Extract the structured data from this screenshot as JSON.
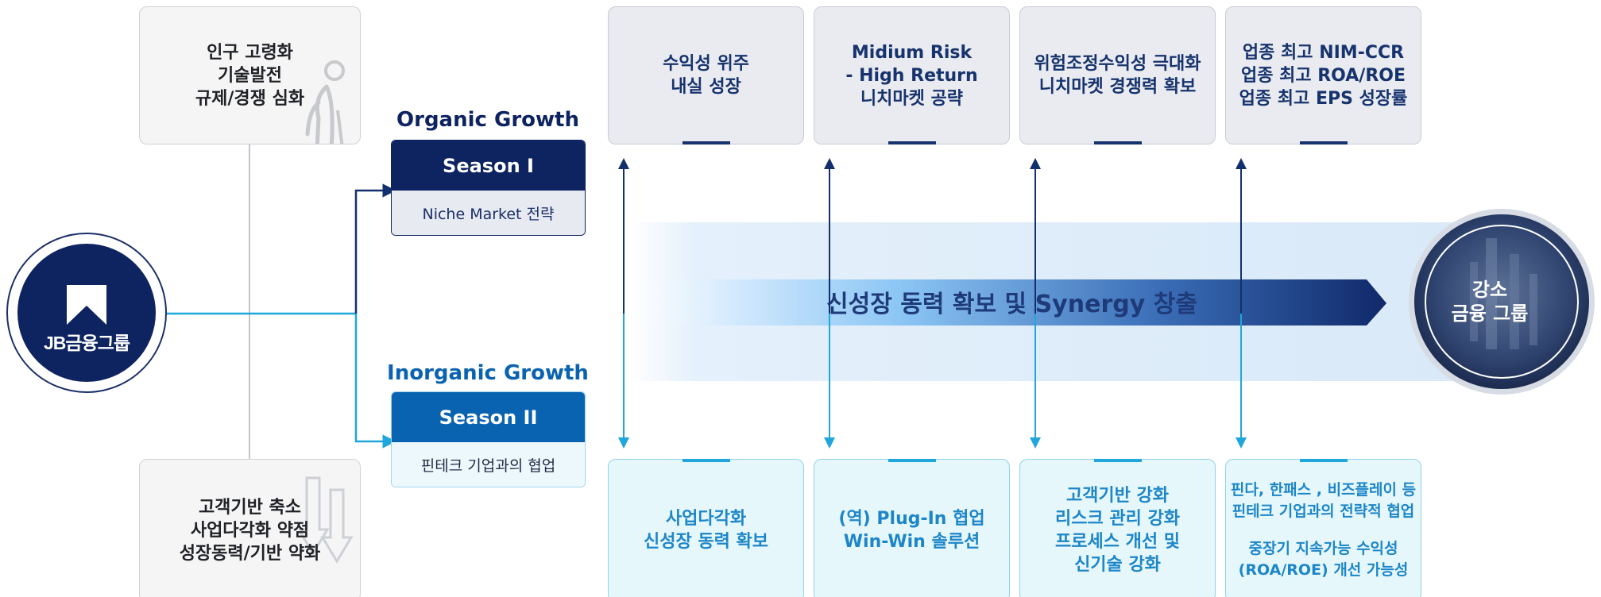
{
  "context_top": {
    "lines": [
      "인구 고령화",
      "기술발전",
      "규제/경쟁 심화"
    ]
  },
  "context_bottom": {
    "lines": [
      "고객기반 축소",
      "사업다각화 약점",
      "성장동력/기반 약화"
    ]
  },
  "logo": {
    "text": "JB금융그룹"
  },
  "organic": {
    "title": "Organic Growth",
    "season": "Season I",
    "strategy": "Niche Market 전략"
  },
  "inorganic": {
    "title": "Inorganic Growth",
    "season": "Season II",
    "strategy": "핀테크 기업과의 협업"
  },
  "top_cards": [
    {
      "lines": [
        "수익성 위주",
        "내실 성장"
      ]
    },
    {
      "lines": [
        "Midium Risk",
        "- High Return",
        "니치마켓 공략"
      ]
    },
    {
      "lines": [
        "위험조정수익성 극대화",
        "니치마켓 경쟁력 확보"
      ]
    },
    {
      "lines": [
        "업종 최고 NIM-CCR",
        "업종 최고 ROA/ROE",
        "업종 최고 EPS 성장률"
      ]
    }
  ],
  "bottom_cards": [
    {
      "lines": [
        "사업다각화",
        "신성장 동력 확보"
      ]
    },
    {
      "lines": [
        "(역) Plug-In 협업",
        "Win-Win 솔루션"
      ]
    },
    {
      "lines": [
        "고객기반 강화",
        "리스크 관리 강화",
        "프로세스 개선 및",
        "신기술 강화"
      ]
    },
    {
      "lines": [
        "핀다, 한패스 , 비즈플레이 등",
        "핀테크 기업과의 전략적 협업",
        "",
        "중장기 지속가능 수익성",
        "(ROA/ROE) 개선 가능성"
      ]
    }
  ],
  "band": {
    "text": "신성장 동력 확보  및 Synergy 창출"
  },
  "goal": {
    "lines": [
      "강소",
      "금융 그룹"
    ]
  },
  "colors": {
    "navy": "#0d2461",
    "blue": "#0a63b0",
    "cyan": "#1fa6da",
    "top_card_bg": "#e9ebf0",
    "bottom_card_bg": "#e6f7fc"
  }
}
